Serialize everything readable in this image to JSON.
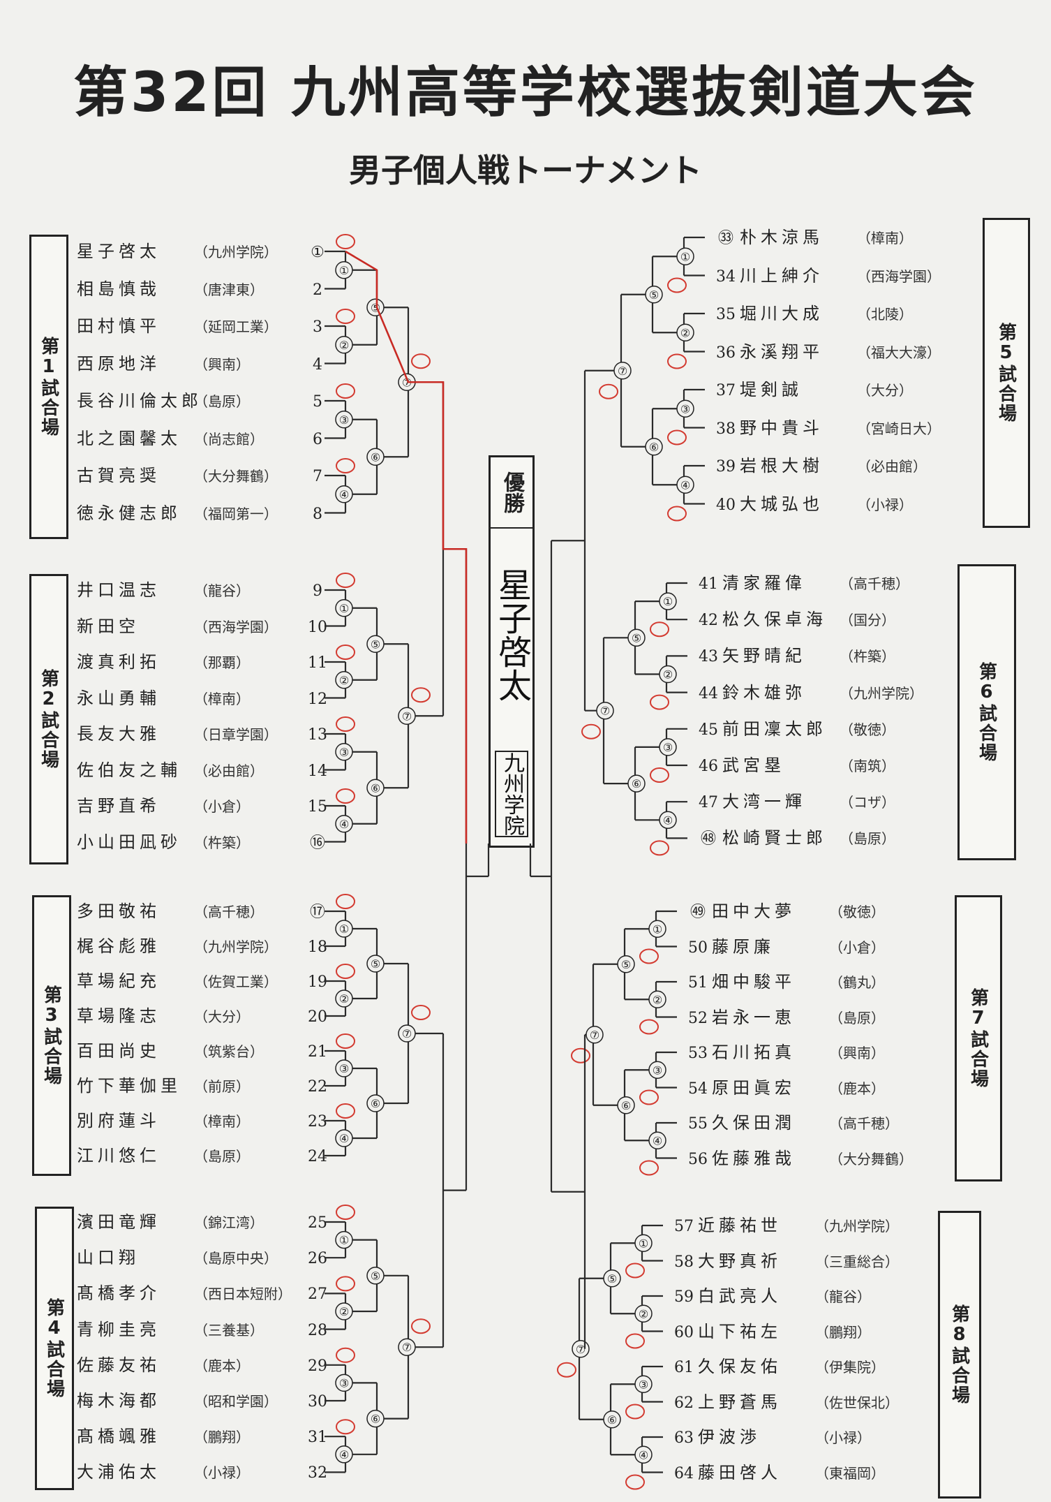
{
  "title": "第32回 九州高等学校選抜剣道大会",
  "subtitle": "男子個人戦トーナメント",
  "champion": {
    "label": "優勝",
    "name": "星子啓太",
    "school": "九州学院"
  },
  "left_courts": [
    {
      "label": "第1試合場",
      "players": [
        {
          "no": "①",
          "name": "星子啓太",
          "school": "（九州学院）"
        },
        {
          "no": "2",
          "name": "相島慎哉",
          "school": "（唐津東）"
        },
        {
          "no": "3",
          "name": "田村慎平",
          "school": "（延岡工業）"
        },
        {
          "no": "4",
          "name": "西原地洋",
          "school": "（興南）"
        },
        {
          "no": "5",
          "name": "長谷川倫太郎",
          "school": "（島原）"
        },
        {
          "no": "6",
          "name": "北之園馨太",
          "school": "（尚志館）"
        },
        {
          "no": "7",
          "name": "古賀亮奨",
          "school": "（大分舞鶴）"
        },
        {
          "no": "8",
          "name": "徳永健志郎",
          "school": "（福岡第一）"
        }
      ]
    },
    {
      "label": "第2試合場",
      "players": [
        {
          "no": "9",
          "name": "井口温志",
          "school": "（龍谷）"
        },
        {
          "no": "10",
          "name": "新田空",
          "school": "（西海学園）"
        },
        {
          "no": "11",
          "name": "渡真利拓",
          "school": "（那覇）"
        },
        {
          "no": "12",
          "name": "永山勇輔",
          "school": "（樟南）"
        },
        {
          "no": "13",
          "name": "長友大雅",
          "school": "（日章学園）"
        },
        {
          "no": "14",
          "name": "佐伯友之輔",
          "school": "（必由館）"
        },
        {
          "no": "15",
          "name": "吉野直希",
          "school": "（小倉）"
        },
        {
          "no": "⑯",
          "name": "小山田凪砂",
          "school": "（杵築）"
        }
      ]
    },
    {
      "label": "第3試合場",
      "players": [
        {
          "no": "⑰",
          "name": "多田敬祐",
          "school": "（高千穂）"
        },
        {
          "no": "18",
          "name": "梶谷彪雅",
          "school": "（九州学院）"
        },
        {
          "no": "19",
          "name": "草場紀充",
          "school": "（佐賀工業）"
        },
        {
          "no": "20",
          "name": "草場隆志",
          "school": "（大分）"
        },
        {
          "no": "21",
          "name": "百田尚史",
          "school": "（筑紫台）"
        },
        {
          "no": "22",
          "name": "竹下華伽里",
          "school": "（前原）"
        },
        {
          "no": "23",
          "name": "別府蓮斗",
          "school": "（樟南）"
        },
        {
          "no": "24",
          "name": "江川悠仁",
          "school": "（島原）"
        }
      ]
    },
    {
      "label": "第4試合場",
      "players": [
        {
          "no": "25",
          "name": "濱田竜輝",
          "school": "（錦江湾）"
        },
        {
          "no": "26",
          "name": "山口翔",
          "school": "（島原中央）"
        },
        {
          "no": "27",
          "name": "髙橋孝介",
          "school": "（西日本短附）"
        },
        {
          "no": "28",
          "name": "青柳圭亮",
          "school": "（三養基）"
        },
        {
          "no": "29",
          "name": "佐藤友祐",
          "school": "（鹿本）"
        },
        {
          "no": "30",
          "name": "梅木海都",
          "school": "（昭和学園）"
        },
        {
          "no": "31",
          "name": "髙橋颯雅",
          "school": "（鵬翔）"
        },
        {
          "no": "32",
          "name": "大浦佑太",
          "school": "（小禄）"
        }
      ]
    }
  ],
  "right_courts": [
    {
      "label": "第5試合場",
      "players": [
        {
          "no": "㉝",
          "name": "朴木涼馬",
          "school": "（樟南）"
        },
        {
          "no": "34",
          "name": "川上紳介",
          "school": "（西海学園）"
        },
        {
          "no": "35",
          "name": "堀川大成",
          "school": "（北陵）"
        },
        {
          "no": "36",
          "name": "永溪翔平",
          "school": "（福大大濠）"
        },
        {
          "no": "37",
          "name": "堤剣誠",
          "school": "（大分）"
        },
        {
          "no": "38",
          "name": "野中貴斗",
          "school": "（宮崎日大）"
        },
        {
          "no": "39",
          "name": "岩根大樹",
          "school": "（必由館）"
        },
        {
          "no": "40",
          "name": "大城弘也",
          "school": "（小禄）"
        }
      ]
    },
    {
      "label": "第6試合場",
      "players": [
        {
          "no": "41",
          "name": "清家羅偉",
          "school": "（高千穂）"
        },
        {
          "no": "42",
          "name": "松久保卓海",
          "school": "（国分）"
        },
        {
          "no": "43",
          "name": "矢野晴紀",
          "school": "（杵築）"
        },
        {
          "no": "44",
          "name": "鈴木雄弥",
          "school": "（九州学院）"
        },
        {
          "no": "45",
          "name": "前田凜太郎",
          "school": "（敬徳）"
        },
        {
          "no": "46",
          "name": "武宮塁",
          "school": "（南筑）"
        },
        {
          "no": "47",
          "name": "大湾一輝",
          "school": "（コザ）"
        },
        {
          "no": "㊽",
          "name": "松崎賢士郎",
          "school": "（島原）"
        }
      ]
    },
    {
      "label": "第7試合場",
      "players": [
        {
          "no": "㊾",
          "name": "田中大夢",
          "school": "（敬徳）"
        },
        {
          "no": "50",
          "name": "藤原廉",
          "school": "（小倉）"
        },
        {
          "no": "51",
          "name": "畑中駿平",
          "school": "（鶴丸）"
        },
        {
          "no": "52",
          "name": "岩永一恵",
          "school": "（島原）"
        },
        {
          "no": "53",
          "name": "石川拓真",
          "school": "（興南）"
        },
        {
          "no": "54",
          "name": "原田眞宏",
          "school": "（鹿本）"
        },
        {
          "no": "55",
          "name": "久保田潤",
          "school": "（高千穂）"
        },
        {
          "no": "56",
          "name": "佐藤雅哉",
          "school": "（大分舞鶴）"
        }
      ]
    },
    {
      "label": "第8試合場",
      "players": [
        {
          "no": "57",
          "name": "近藤祐世",
          "school": "（九州学院）"
        },
        {
          "no": "58",
          "name": "大野真祈",
          "school": "（三重総合）"
        },
        {
          "no": "59",
          "name": "白武亮人",
          "school": "（龍谷）"
        },
        {
          "no": "60",
          "name": "山下祐左",
          "school": "（鵬翔）"
        },
        {
          "no": "61",
          "name": "久保友佑",
          "school": "（伊集院）"
        },
        {
          "no": "62",
          "name": "上野蒼馬",
          "school": "（佐世保北）"
        },
        {
          "no": "63",
          "name": "伊波渉",
          "school": "（小禄）"
        },
        {
          "no": "64",
          "name": "藤田啓人",
          "school": "（東福岡）"
        }
      ]
    }
  ]
}
